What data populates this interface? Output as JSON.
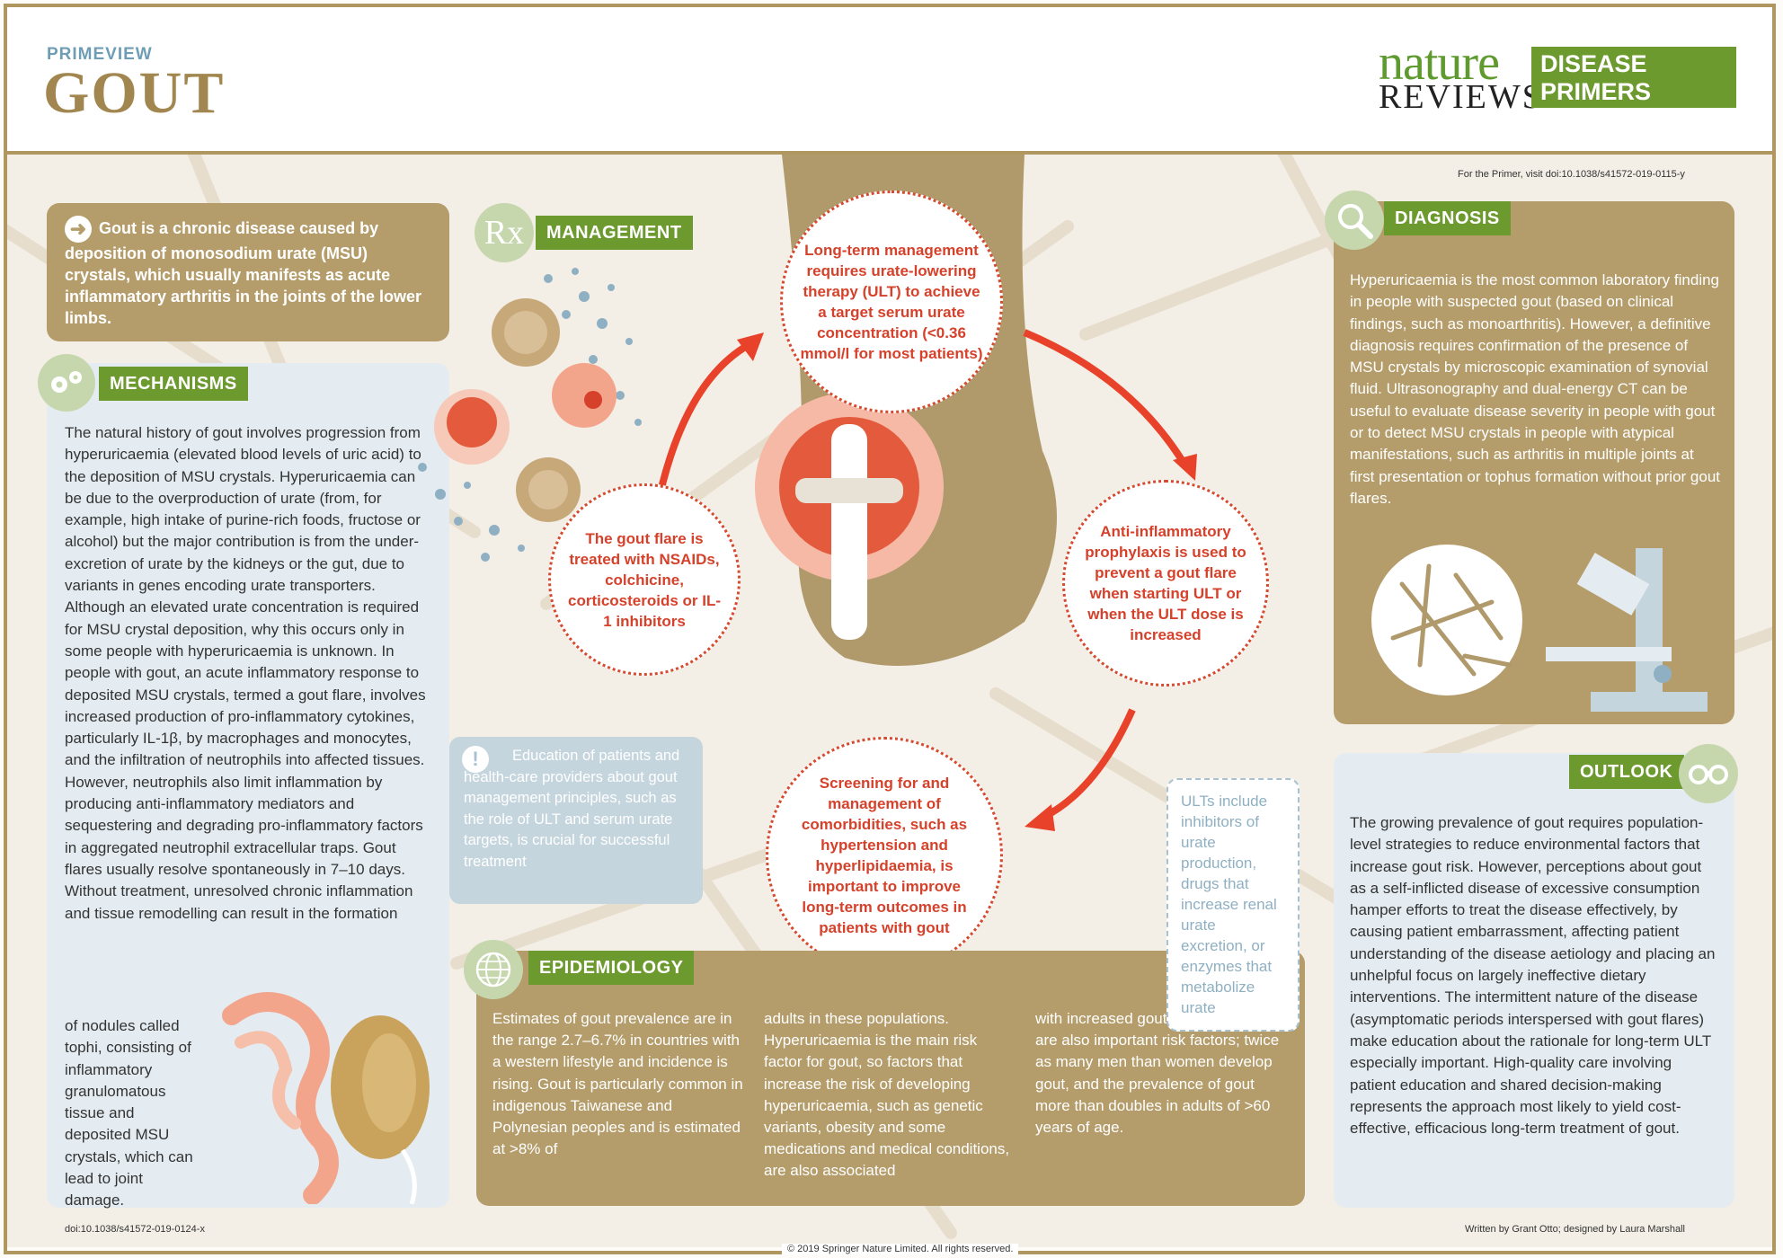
{
  "header": {
    "kicker": "PRIMEVIEW",
    "title": "GOUT",
    "logo_nature": "nature",
    "logo_reviews": "REVIEWS",
    "logo_box_line1": "DISEASE",
    "logo_box_line2": "PRIMERS",
    "primer_link": "For the Primer, visit doi:10.1038/s41572-019-0115-y"
  },
  "intro": "Gout is a chronic disease caused by deposition of monosodium urate (MSU) crystals, which usually manifests as acute inflammatory arthritis in the joints of the lower limbs.",
  "mechanisms": {
    "label": "MECHANISMS",
    "text_top": "The natural history of gout involves progression from hyperuricaemia (elevated blood levels of uric acid) to the deposition of MSU crystals. Hyperuricaemia can be due to the overproduction of urate (from, for example, high intake of purine-rich foods, fructose or alcohol) but the major contribution is from the under-excretion of urate by the kidneys or the gut, due to variants in genes encoding urate transporters. Although an elevated urate concentration is required for MSU crystal deposition, why this occurs only in some people with hyperuricaemia is unknown. In people with gout, an acute inflammatory response to deposited MSU crystals, termed a gout flare, involves increased production of pro-inflammatory cytokines, particularly IL-1β, by macrophages and monocytes, and the infiltration of neutrophils into affected tissues. However, neutrophils also limit inflammation by producing anti-inflammatory mediators and sequestering and degrading pro-inflammatory factors in aggregated neutrophil extracellular traps. Gout flares usually resolve spontaneously in 7–10 days. Without treatment, unresolved chronic inflammation and tissue remodelling can result in the formation",
    "text_bottom": "of nodules called tophi, consisting of inflammatory granulomatous tissue and deposited MSU crystals, which can lead to joint damage."
  },
  "management": {
    "label": "MANAGEMENT",
    "rx": "Rx",
    "longterm": "Long-term management requires urate-lowering therapy (ULT) to achieve a target serum urate concentration (<0.36 mmol/l for most patients)",
    "flare": "The gout flare is treated with NSAIDs, colchicine, corticosteroids or IL-1 inhibitors",
    "prophylaxis": "Anti-inflammatory prophylaxis is used to prevent a gout flare when starting ULT or when the ULT dose is increased",
    "screening": "Screening for and management of comorbidities, such as hypertension and hyperlipidaemia, is important to improve long-term outcomes in patients with gout",
    "education": "Education of patients and health-care providers about gout management principles, such as the role of ULT and serum urate targets, is crucial for successful treatment",
    "ults": "ULTs include inhibitors of urate production, drugs that increase renal urate excretion, or enzymes that metabolize urate"
  },
  "diagnosis": {
    "label": "DIAGNOSIS",
    "text": "Hyperuricaemia is the most common laboratory finding in people with suspected gout (based on clinical findings, such as monoarthritis). However, a definitive diagnosis requires confirmation of the presence of MSU crystals by microscopic examination of synovial fluid. Ultrasonography and dual-energy CT can be useful to evaluate disease severity in people with gout or to detect MSU crystals in people with atypical manifestations, such as arthritis in multiple joints at first presentation or tophus formation without prior gout flares."
  },
  "outlook": {
    "label": "OUTLOOK",
    "text": "The growing prevalence of gout requires population-level strategies to reduce environmental factors that increase gout risk. However, perceptions about gout as a self-inflicted disease of excessive consumption hamper efforts to treat the disease effectively, by causing patient embarrassment, affecting patient understanding of the disease aetiology and placing an unhelpful focus on largely ineffective dietary interventions. The intermittent nature of the disease (asymptomatic periods interspersed with gout flares) make education about the rationale for long-term ULT especially important. High-quality care involving patient education and shared decision-making represents the approach most likely to yield cost-effective, efficacious long-term treatment of gout."
  },
  "epidemiology": {
    "label": "EPIDEMIOLOGY",
    "col1": "Estimates of gout prevalence are in the range 2.7–6.7% in countries with a western lifestyle and incidence is rising. Gout is particularly common in indigenous Taiwanese and Polynesian peoples and is estimated at >8% of",
    "col2": "adults in these populations. Hyperuricaemia is the main risk factor for gout, so factors that increase the risk of developing hyperuricaemia, such as genetic variants, obesity and some medications and medical conditions, are also associated",
    "col3": "with increased gout risk. Sex and age are also important risk factors; twice as many men than women develop gout, and the prevalence of gout more than doubles in adults of >60 years of age."
  },
  "footer": {
    "doi": "doi:10.1038/s41572-019-0124-x",
    "copyright": "© 2019 Springer Nature Limited. All rights reserved.",
    "credits": "Written by Grant Otto; designed by Laura Marshall"
  },
  "colors": {
    "tan": "#b49d6b",
    "green": "#6d9a2f",
    "red": "#d5412a",
    "light_blue": "#e4ecf1"
  }
}
